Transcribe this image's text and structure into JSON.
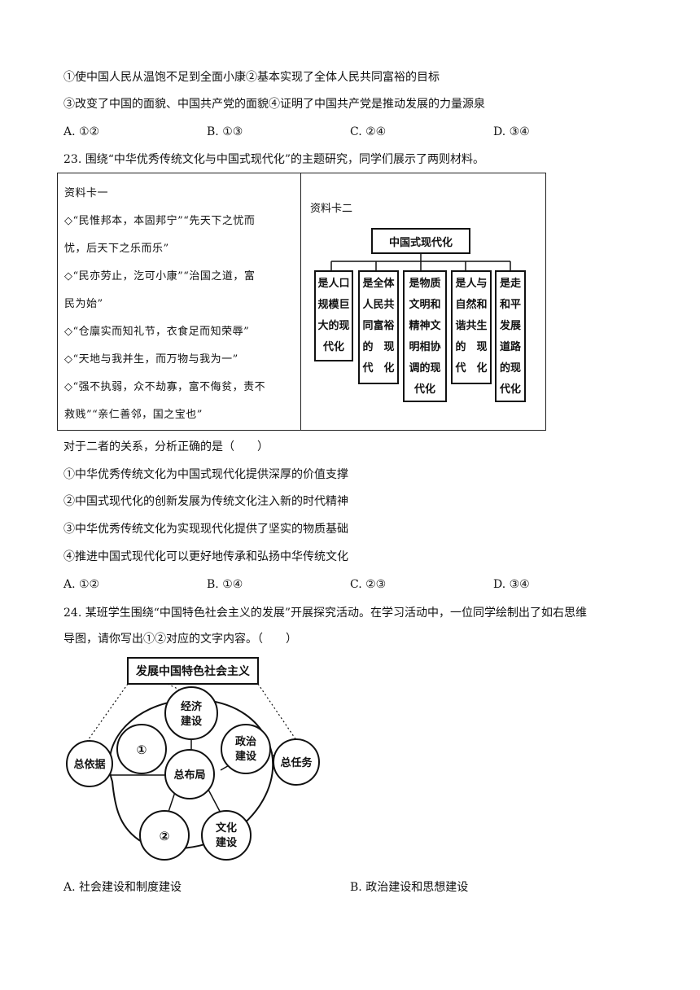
{
  "q22": {
    "line1": "①使中国人民从温饱不足到全面小康②基本实现了全体人民共同富裕的目标",
    "line2": "③改变了中国的面貌、中国共产党的面貌④证明了中国共产党是推动发展的力量源泉",
    "options": [
      "A. ①②",
      "B. ①③",
      "C. ②④",
      "D. ③④"
    ]
  },
  "q23": {
    "stem": "23. 围绕“中华优秀传统文化与中国式现代化”的主题研究，同学们展示了两则材料。",
    "card1": {
      "title": "资料卡一",
      "rows": [
        "◇“民惟邦本，本固邦宁”“先天下之忧而",
        "忧，后天下之乐而乐”",
        "◇“民亦劳止，汔可小康”“治国之道，富",
        "民为始”",
        "◇“仓廪实而知礼节，衣食足而知荣辱”",
        "◇“天地与我并生，而万物与我为一”",
        "◇“强不执弱，众不劫寡，富不侮贫，责不",
        "救贱”“亲仁善邻，国之宝也”"
      ]
    },
    "card2": {
      "title": "资料卡二",
      "root": "中国式现代化",
      "branches": [
        [
          "是人口",
          "规模巨",
          "大的现",
          "代化"
        ],
        [
          "是全体",
          "人民共",
          "同富裕",
          "的　现",
          "代　化"
        ],
        [
          "是物质",
          "文明和",
          "精神文",
          "明相协",
          "调的现",
          "代化"
        ],
        [
          "是人与",
          "自然和",
          "谐共生",
          "的　现",
          "代　化"
        ],
        [
          "是走",
          "和平",
          "发展",
          "道路",
          "的现",
          "代化"
        ]
      ]
    },
    "question": "对于二者的关系，分析正确的是（　　）",
    "statements": [
      "①中华优秀传统文化为中国式现代化提供深厚的价值支撑",
      "②中国式现代化的创新发展为传统文化注入新的时代精神",
      "③中华优秀传统文化为实现现代化提供了坚实的物质基础",
      "④推进中国式现代化可以更好地传承和弘扬中华传统文化"
    ],
    "options": [
      "A. ①②",
      "B. ①④",
      "C. ②③",
      "D. ③④"
    ]
  },
  "q24": {
    "stem_line1": "24. 某班学生围绕“中国特色社会主义的发展”开展探究活动。在学习活动中，一位同学绘制出了如右思维",
    "stem_line2": "导图，请你写出①②对应的文字内容。（　　）",
    "mindmap": {
      "title": "发展中国特色社会主义",
      "center": "总布局",
      "left": "总依据",
      "right": "总任务",
      "economy": [
        "经济",
        "建设"
      ],
      "politics": [
        "政治",
        "建设"
      ],
      "culture": [
        "文化",
        "建设"
      ],
      "blank1": "①",
      "blank2": "②"
    },
    "options": [
      "A.  社会建设和制度建设",
      "B.  政治建设和思想建设"
    ]
  }
}
